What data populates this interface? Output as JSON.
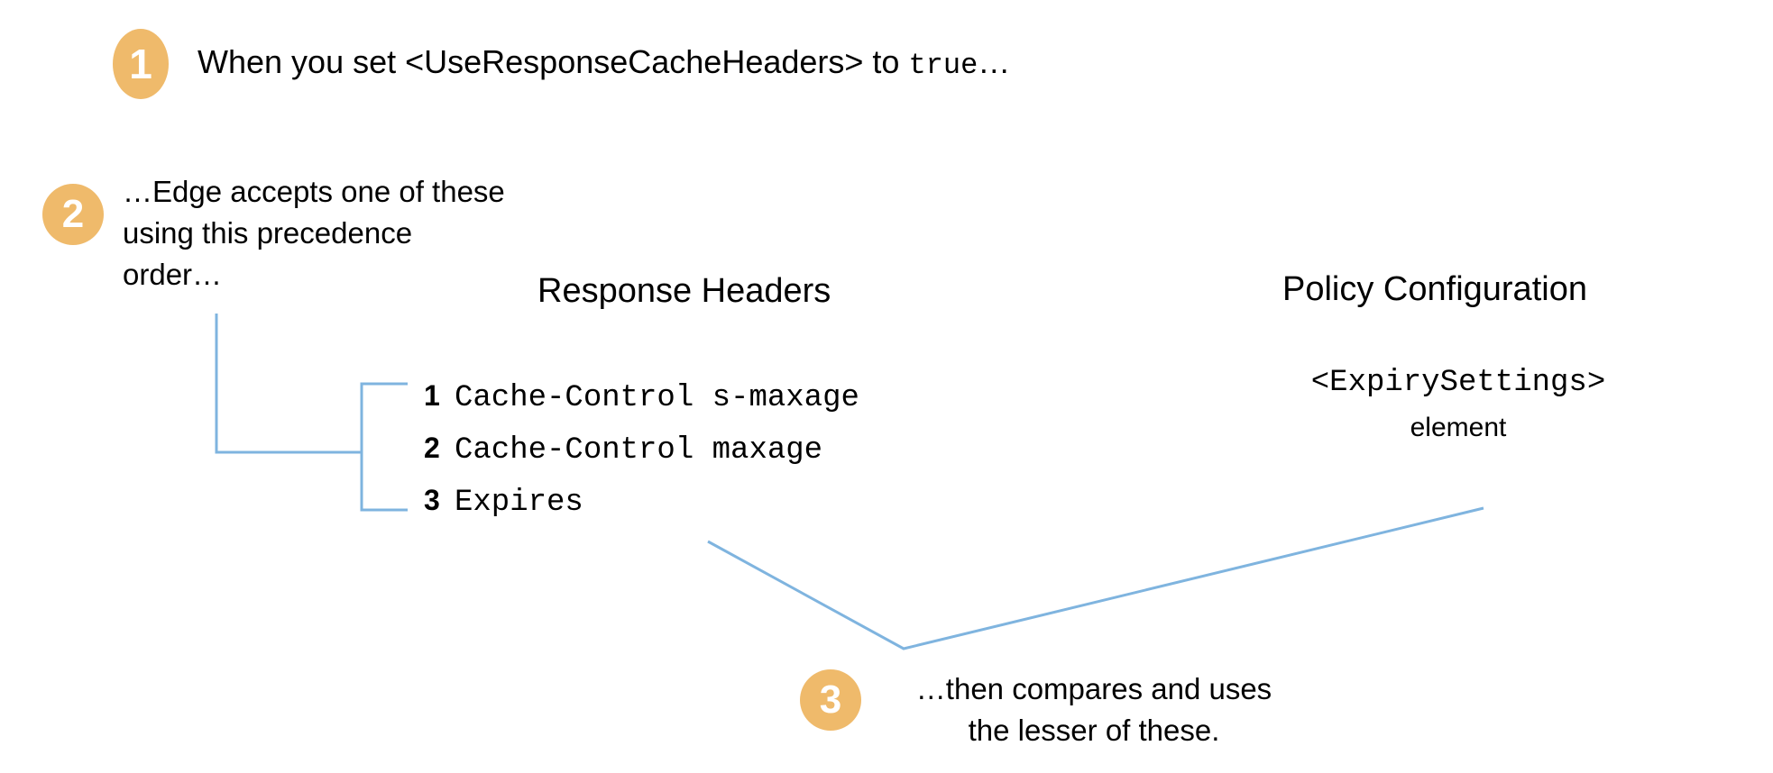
{
  "colors": {
    "badge_fill": "#EFBA6B",
    "badge_text": "#FFFFFF",
    "connector_line": "#7FB4DF",
    "text": "#000000",
    "background": "#FFFFFF"
  },
  "steps": {
    "one": {
      "badge": "1",
      "text_before": "When you set <UseResponseCacheHeaders> to ",
      "text_mono": "true",
      "text_after": "…",
      "full": "When you set <UseResponseCacheHeaders> to true…"
    },
    "two": {
      "badge": "2",
      "line1": "…Edge accepts one of these",
      "line2": "using this precedence",
      "line3": "order…"
    },
    "three": {
      "badge": "3",
      "line1": "…then compares and uses",
      "line2": "the lesser of these."
    }
  },
  "columns": {
    "response_headers": {
      "heading": "Response Headers",
      "items": [
        {
          "rank": "1",
          "name": "Cache-Control s-maxage"
        },
        {
          "rank": "2",
          "name": "Cache-Control maxage"
        },
        {
          "rank": "3",
          "name": "Expires"
        }
      ]
    },
    "policy_configuration": {
      "heading": "Policy Configuration",
      "tag": "<ExpirySettings>",
      "sub": "element"
    }
  }
}
